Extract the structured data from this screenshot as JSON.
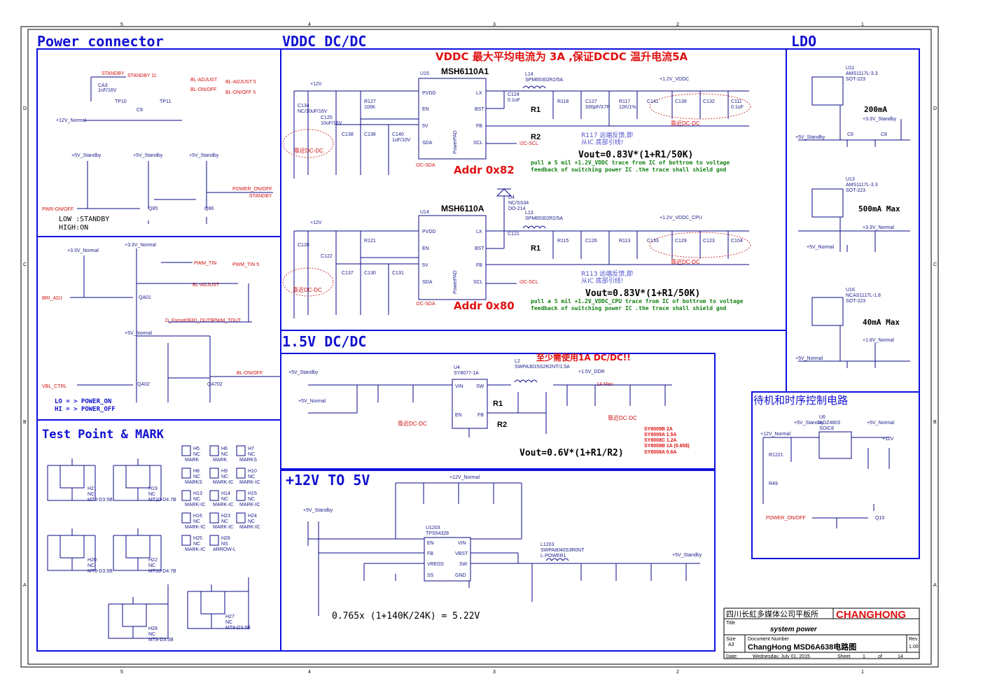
{
  "sections": {
    "power_connector": "Power connector",
    "vddc": "VDDC DC/DC",
    "ldo": "LDO",
    "v15": "1.5V DC/DC",
    "test_point": "Test Point & MARK",
    "v12to5": "+12V TO 5V",
    "standby_ctrl": "待机和时序控制电路"
  },
  "headings": {
    "vddc_current": "VDDC 最大平均电流为 3A ,保证DCDC 温升电流5A",
    "v15_note": "至少需使用1A DC/DC!!"
  },
  "chips": {
    "u15": "MSH6110A1",
    "u14": "MSH6110A",
    "u4": "SY8077-1A",
    "u1203": "TPS54328"
  },
  "addr": {
    "a1": "Addr 0x82",
    "a2": "Addr 0x80"
  },
  "equations": {
    "vout1": "Vout=0.83V*(1+R1/50K)",
    "vout2": "Vout=0.83V*(1+R1/50K)",
    "vout15": "Vout=0.6V*(1+R1/R2)",
    "v5": "0.765x (1+140K/24K) = 5.22V"
  },
  "feedback_note": {
    "line1_a": "pull a 5 mil +1.2V_VDDC trace from IC of  bottrom to voltage",
    "line1_b": "pull a 5 mil +1.2V_VDDC_CPU trace from IC of  bottrom to voltage",
    "line2": "feedback of switching power IC .the trace shall shield gnd",
    "cn1": "R117 远端反馈,即",
    "cn2": "R113 远端反馈,即",
    "cn_b": "从IC 底部引线!"
  },
  "near_dcdc": "靠近DC-DC",
  "r_labels": {
    "r1": "R1",
    "r2": "R2"
  },
  "ldo": {
    "u11": "U11",
    "u11_part": "AMS1117L-3.3",
    "pkg": "SOT-223",
    "i200": "200mA",
    "u13": "U13",
    "u13_part": "AMS1117L-3.3",
    "i500": "500mA Max",
    "u16": "U16",
    "u16_part": "NCAS1117L-1.8",
    "i40": "40mA Max"
  },
  "lowhigh": {
    "low": "LOW  :STANDBY",
    "high": "HIGH:ON"
  },
  "lohi": {
    "lo": "LO = > POWER_ON",
    "hi": "HI = > POWER_OFF"
  },
  "sy_table": [
    "SY8009B  2A",
    "SY8009A  1.5A",
    "SY8008C  1.2A",
    "SY8008B  1A (0.65$)",
    "SY8008A  0.6A"
  ],
  "nets": {
    "standby": "STANDBY",
    "standby11": "STANDBY  11",
    "bl_adjust": "BL-ADJUST",
    "bl_adjust5": "BL-ADJUST 5",
    "bl_onoff": "BL-ON/OFF",
    "bl_onoff5": "BL-ON/OFF 5",
    "pwr_onoff": "PWR-ON/OFF",
    "power_onoff": "POWER_ON/OFF",
    "pwm_tin": "PWM_TIN",
    "pwm_tin5": "PWM_TIN  5",
    "bri_adj": "BRI_ADJ",
    "vbl_ctrl": "VBL_CTRL",
    "d_fomat": "D_Fomat0$3D_OUT$PWM_TOUT",
    "i2c_sda": "I2C-SDA",
    "i2c_scl": "I2C-SCL",
    "v12_normal": "+12V_Normal",
    "v5_standby": "+5V_Standby",
    "v33_normal": "+3.3V_Normal",
    "v5_normal": "+5V_Normal",
    "v12": "+12V",
    "v12_vddc": "+1.2V_VDDC",
    "v12_vddc_cpu": "+1.2V_VDDC_CPU",
    "v15_ddr": "+1.5V_DDR",
    "v33_standby": "+3.3V_Standby",
    "v18_normal": "+1.8V_Normal",
    "power_onoff2": "POWER_ON/OFF",
    "one_a_max": "1A Max"
  },
  "test_points": [
    {
      "ref": "H21",
      "val": "NC",
      "part": "MT8-D3.5B"
    },
    {
      "ref": "H19",
      "val": "NC",
      "part": "MT10-D4.7B"
    },
    {
      "ref": "H20",
      "val": "NC",
      "part": "MT8-D3.5B"
    },
    {
      "ref": "H22",
      "val": "NC",
      "part": "MT10-D4.7B"
    },
    {
      "ref": "H28",
      "val": "NC",
      "part": "MT8-D3.5B"
    },
    {
      "ref": "H27",
      "val": "NC",
      "part": "MT8-D3.5B"
    }
  ],
  "marks": [
    {
      "ref": "H5",
      "val": "NC",
      "label": "MARK"
    },
    {
      "ref": "H6",
      "val": "NC",
      "label": "MARK"
    },
    {
      "ref": "H7",
      "val": "NC",
      "label": "MARKS"
    },
    {
      "ref": "H8",
      "val": "NC",
      "label": "MARKS"
    },
    {
      "ref": "H9",
      "val": "NC",
      "label": "MARK-IC"
    },
    {
      "ref": "H10",
      "val": "NC",
      "label": "MARK-IC"
    },
    {
      "ref": "H13",
      "val": "NC",
      "label": "MARK-IC"
    },
    {
      "ref": "H14",
      "val": "NC",
      "label": "MARK-IC"
    },
    {
      "ref": "H15",
      "val": "NC",
      "label": "MARK-IC"
    },
    {
      "ref": "H16",
      "val": "NC",
      "label": "MARK-IC"
    },
    {
      "ref": "H23",
      "val": "NC",
      "label": "MARK-IC"
    },
    {
      "ref": "H24",
      "val": "NC",
      "label": "MARK-IC"
    },
    {
      "ref": "H25",
      "val": "NC",
      "label": "MARK-IC"
    },
    {
      "ref": "H26",
      "val": "NS",
      "label": "ARROW-L"
    }
  ],
  "title_block": {
    "company": "四川长虹多媒体公司平板所",
    "brand": "CHANGHONG",
    "title_lbl": "Title",
    "title": "system power",
    "size_lbl": "Size",
    "size": "A3",
    "docnum_lbl": "Document Number",
    "docnum": "ChangHong MSD6A638电路图",
    "rev_lbl": "Rev",
    "rev": "1.00",
    "date_lbl": "Date:",
    "date": "Wednesday, July 01, 2015",
    "sheet_lbl": "Sheet",
    "sheet": "1",
    "of_lbl": "of",
    "of": "14"
  },
  "border": {
    "cols": [
      "5",
      "4",
      "3",
      "2",
      "1"
    ],
    "rows": [
      "D",
      "C",
      "B",
      "A"
    ]
  }
}
